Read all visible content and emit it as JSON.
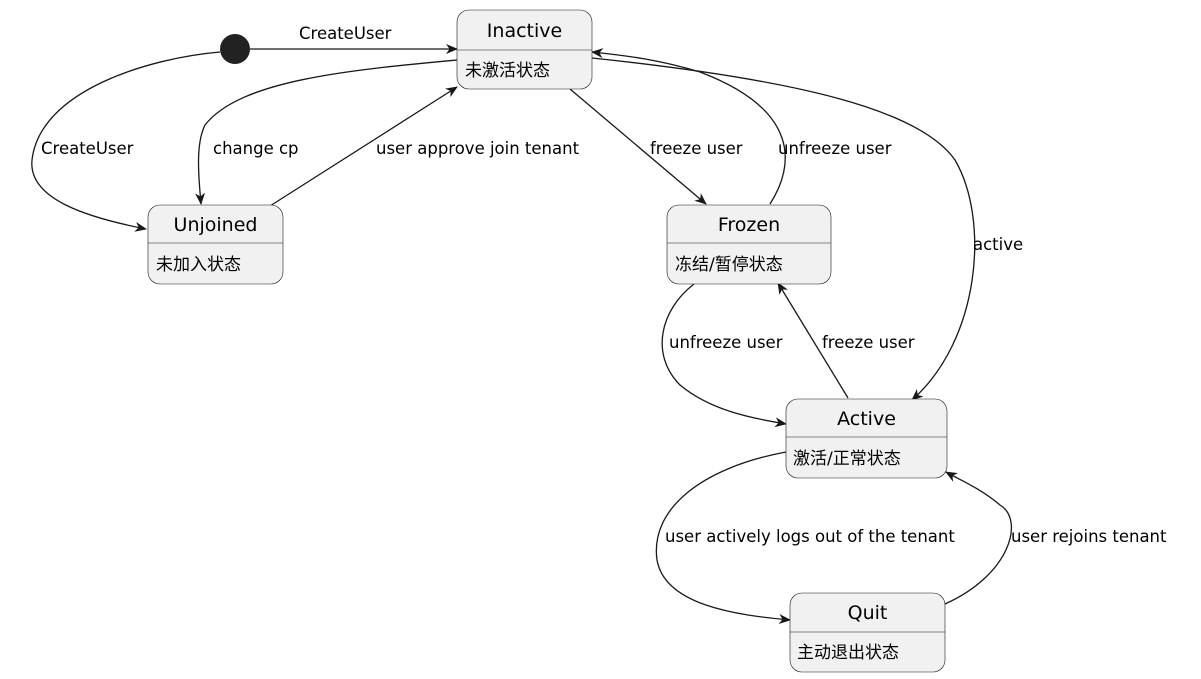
{
  "states": {
    "inactive": {
      "name": "Inactive",
      "desc": "未激活状态"
    },
    "unjoined": {
      "name": "Unjoined",
      "desc": "未加入状态"
    },
    "frozen": {
      "name": "Frozen",
      "desc": "冻结/暂停状态"
    },
    "active": {
      "name": "Active",
      "desc": "激活/正常状态"
    },
    "quit": {
      "name": "Quit",
      "desc": "主动退出状态"
    }
  },
  "transitions": {
    "start_to_inactive": "CreateUser",
    "start_to_unjoined": "CreateUser",
    "inactive_to_unjoined": "change cp",
    "unjoined_to_inactive": "user approve join tenant",
    "inactive_to_frozen": "freeze user",
    "frozen_to_inactive": "unfreeze user",
    "inactive_to_active": "active",
    "frozen_to_active": "unfreeze user",
    "active_to_frozen": "freeze user",
    "active_to_quit": "user actively logs out of the tenant",
    "quit_to_active": "user rejoins tenant"
  },
  "colors": {
    "state_fill": "#f1f1f1",
    "stroke": "#181818",
    "start_dot": "#222222"
  }
}
